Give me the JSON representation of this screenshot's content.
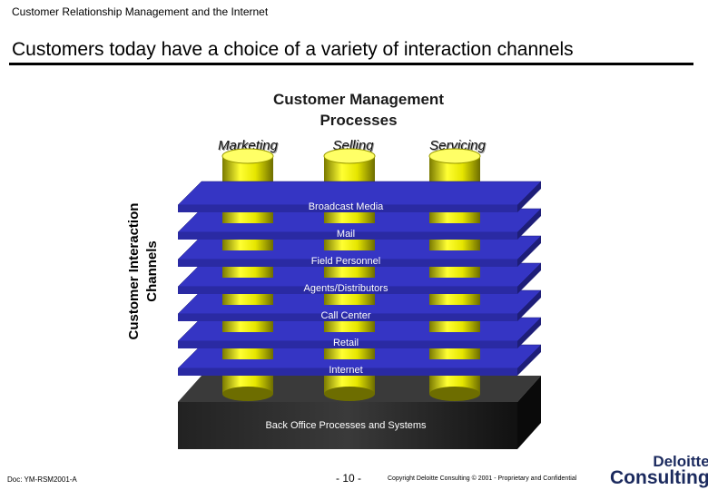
{
  "header": {
    "text": "Customer Relationship Management and the Internet"
  },
  "slide": {
    "title": "Customers today have a choice of a variety of interaction channels"
  },
  "diagram": {
    "section_title_line1": "Customer Management",
    "section_title_line2": "Processes",
    "processes": [
      "Marketing",
      "Selling",
      "Servicing"
    ],
    "vertical_axis_line1": "Customer Interaction",
    "vertical_axis_line2": "Channels",
    "channels": [
      "Broadcast Media",
      "Mail",
      "Field Personnel",
      "Agents/Distributors",
      "Call Center",
      "Retail",
      "Internet"
    ],
    "base_label": "Back Office Processes and Systems",
    "colors": {
      "layer": "#2a2aa3",
      "layer_top": "#3535c4",
      "cylinder": "#e6e600",
      "base": "#111111"
    }
  },
  "footer": {
    "doc": "Doc: YM-RSM2001-A",
    "page": "- 10 -",
    "copyright": "Copyright Deloitte Consulting © 2001 - Proprietary and Confidential",
    "logo_line1": "Deloitte",
    "logo_line2": "Consulting"
  }
}
